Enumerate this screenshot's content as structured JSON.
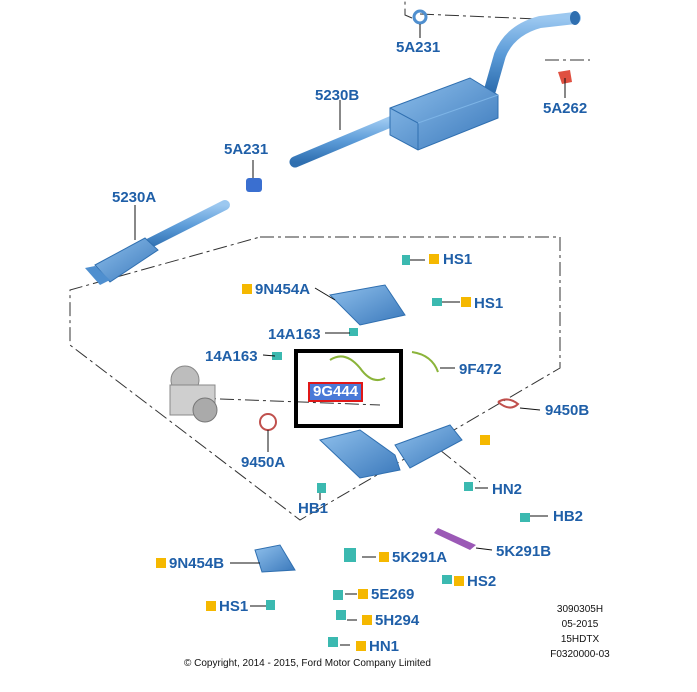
{
  "colors": {
    "part_blue": "#5b9bd8",
    "part_dark": "#2f6fb0",
    "label_blue": "#1f5fa8",
    "callout_square": "#f5b800",
    "highlight_fill": "#4a7ad8",
    "highlight_border": "#e01818",
    "gasket_red": "#c0504d",
    "sensor_green": "#8bb43a",
    "gasket_purple": "#9b59b6",
    "fastener_teal": "#3bb9b0"
  },
  "labels": {
    "l_5a231_top": "5A231",
    "l_5a262": "5A262",
    "l_5230b": "5230B",
    "l_5a231_mid": "5A231",
    "l_5230a": "5230A",
    "l_hs1_top": "HS1",
    "l_9n454a": "9N454A",
    "l_hs1_right": "HS1",
    "l_14a163_a": "14A163",
    "l_14a163_b": "14A163",
    "l_9f472": "9F472",
    "l_9450b": "9450B",
    "l_9450a": "9450A",
    "l_hn2": "HN2",
    "l_hb1": "HB1",
    "l_hb2": "HB2",
    "l_5k291b": "5K291B",
    "l_9n454b": "9N454B",
    "l_5k291a": "5K291A",
    "l_hs2": "HS2",
    "l_5e269": "5E269",
    "l_hs1_bottom": "HS1",
    "l_5h294": "5H294",
    "l_hn1": "HN1"
  },
  "highlighted_part": "9G444",
  "drawing_info": {
    "line1": "3090305H",
    "line2": "05-2015",
    "line3": "15HDTX",
    "line4": "F0320000-03"
  },
  "copyright": "© Copyright, 2014 - 2015, Ford Motor Company Limited"
}
